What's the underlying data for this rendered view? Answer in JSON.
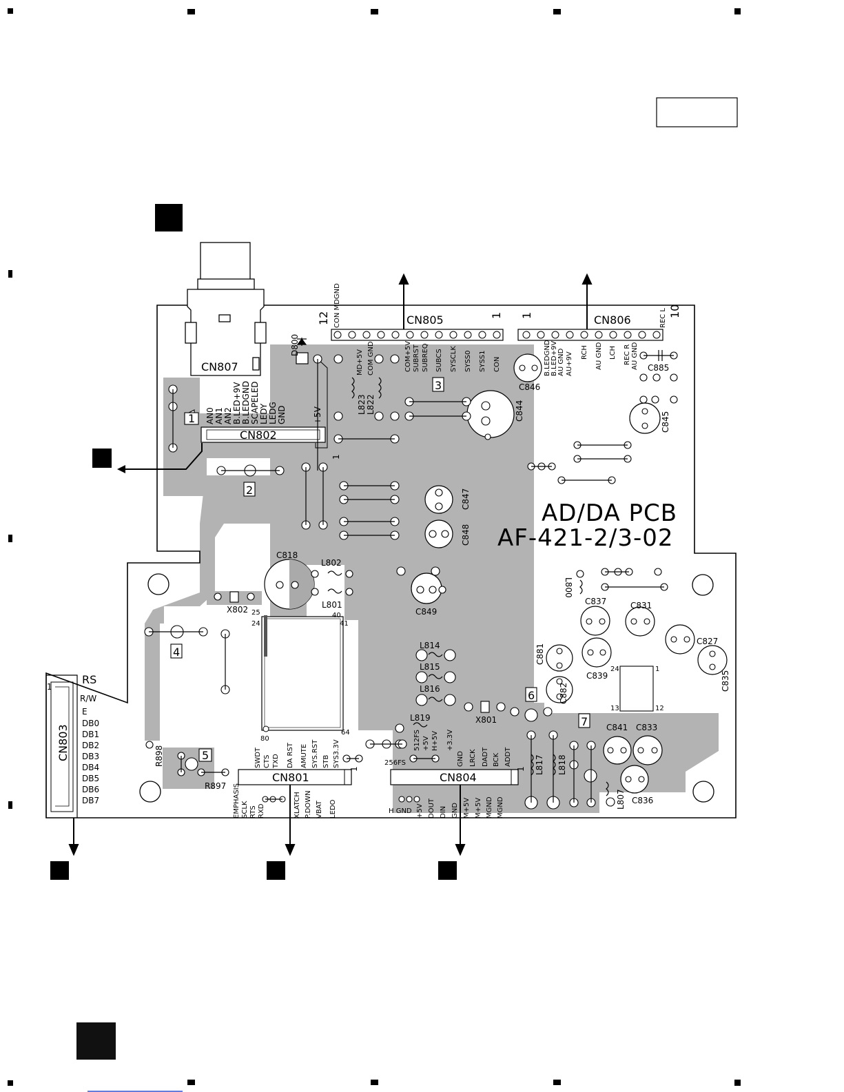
{
  "board": {
    "title_line1": "AD/DA PCB",
    "title_line2": "AF-421-2/3-02"
  },
  "connectors": {
    "cn805": {
      "name": "CN805",
      "pin_first": "12",
      "pin_last": "1",
      "pins": [
        "CON MDGND",
        "MD+5V",
        "COM GND",
        "COM+5V",
        "SUBRST",
        "SUBREQ",
        "SUBCS",
        "SYSCLK",
        "SYSS0",
        "SYSS1",
        "CON"
      ]
    },
    "cn806": {
      "name": "CN806",
      "pin_first": "1",
      "pin_last": "10",
      "pins": [
        "B.LEDGND",
        "B.LED+9V",
        "AU GND",
        "AU+9V",
        "RCH",
        "AU GND",
        "LCH",
        "REC R",
        "AU GND",
        "REC L"
      ]
    },
    "cn807": {
      "name": "CN807"
    },
    "cn802": {
      "name": "CN802",
      "pin_last": "1",
      "pins": [
        "AN0",
        "AN1",
        "AN2",
        "B.LED+9V",
        "B.LEDGND",
        "SCAPELED",
        "LEDY",
        "LEDG",
        "GND",
        "+5V"
      ]
    },
    "cn803": {
      "name": "CN803",
      "pin_first": "1",
      "pins": [
        "RS",
        "R/W",
        "E",
        "DB0",
        "DB1",
        "DB2",
        "DB3",
        "DB4",
        "DB5",
        "DB6",
        "DB7"
      ]
    },
    "cn801": {
      "name": "CN801",
      "pin_last": "1",
      "pins_top": [
        "SWDT",
        "CTS",
        "TXD",
        "DA RST",
        "AMUTE",
        "SYS.RST",
        "STB",
        "SYS3.3V"
      ],
      "pins_bottom": [
        "EMPHASIS",
        "SCLK",
        "RTS",
        "RXD",
        "XLATCH",
        "P.DOWN",
        "VBAT",
        "LEDO"
      ]
    },
    "cn804": {
      "name": "CN804",
      "pin_last": "1",
      "pins_top": [
        "GND",
        "LRCK",
        "DADT",
        "BCK",
        "ADDT"
      ],
      "pins_bottom": [
        "H GND",
        "+5V",
        "DOUT",
        "DIN",
        "GND",
        "M+5V",
        "M+5V",
        "MGND",
        "MGND"
      ]
    }
  },
  "components": {
    "d800": "D800",
    "l823": "L823",
    "l822": "L822",
    "c844": "C844",
    "c846": "C846",
    "c885": "C885",
    "c845": "C845",
    "c847": "C847",
    "c848": "C848",
    "c818": "C818",
    "l802": "L802",
    "l801": "L801",
    "x802": "X802",
    "c849": "C849",
    "l800": "L800",
    "c837": "C837",
    "c831": "C831",
    "c827": "C827",
    "c881": "C881",
    "c839": "C839",
    "c835": "C835",
    "c882": "C882",
    "l814": "L814",
    "l815": "L815",
    "l816": "L816",
    "x801": "X801",
    "l819": "L819",
    "l817": "L817",
    "l818": "L818",
    "c841": "C841",
    "c833": "C833",
    "c836": "C836",
    "l807": "L807",
    "r898": "R898",
    "r897": "R897"
  },
  "test_points": [
    "1",
    "2",
    "3",
    "4",
    "5",
    "6",
    "7"
  ],
  "ic_pins": {
    "ic801_tl": "25",
    "ic801_bl": "80",
    "ic801_l": "24",
    "ic801_tr": "40",
    "ic801_r": "41",
    "ic801_br": "64",
    "ic802_tl": "24",
    "ic802_tr": "1",
    "ic802_bl": "13",
    "ic802_br": "12"
  },
  "net_labels": {
    "fs512": "512FS",
    "v5": "+5V",
    "h5v": "H+5V",
    "v33": "+3.3V",
    "fs256": "256FS",
    "plus5v": "+5V"
  }
}
